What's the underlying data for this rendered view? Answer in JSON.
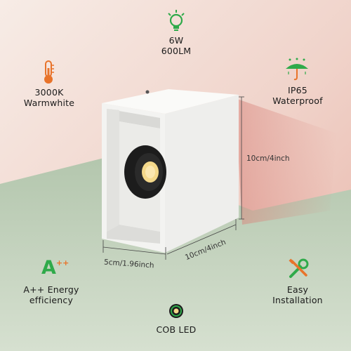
{
  "features": {
    "power": {
      "line1": "6W",
      "line2": "600LM",
      "icon": "bulb-icon"
    },
    "color_temp": {
      "line1": "3000K",
      "line2": "Warmwhite",
      "icon": "thermometer-icon"
    },
    "waterproof": {
      "line1": "IP65",
      "line2": "Waterproof",
      "icon": "umbrella-icon"
    },
    "energy": {
      "line1": "A++ Energy",
      "line2": "efficiency",
      "icon": "energy-rating-icon",
      "badge": "A",
      "badge_sup": "++"
    },
    "installation": {
      "line1": "Easy",
      "line2": "Installation",
      "icon": "tools-icon"
    },
    "led": {
      "line1": "COB LED",
      "icon": "cob-led-icon"
    }
  },
  "dimensions": {
    "height": "10cm/4inch",
    "width": "5cm/1.96inch",
    "depth": "10cm/4inch"
  },
  "colors": {
    "accent_green": "#2faa4a",
    "accent_orange": "#e8732a",
    "wall_pink": "#efc6bc",
    "floor_green": "#a9bfa5",
    "lamp_white": "#f5f5f3"
  }
}
